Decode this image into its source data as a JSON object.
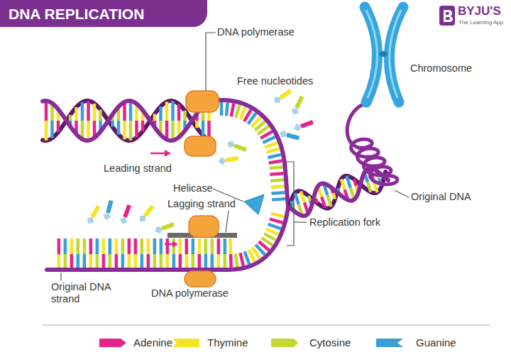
{
  "diagram": {
    "title": "DNA REPLICATION",
    "labels": [
      "BYJU'S",
      "The Learning App",
      "DNA polymerase",
      "Free nucleotides",
      "Chromosome",
      "Leading strand",
      "Helicase",
      "Lagging strand",
      "Original DNA",
      "Replication fork",
      "Original DNA strand",
      "DNA polymerase"
    ],
    "legend": [
      {
        "text": "Adenine",
        "color": "#e6238a"
      },
      {
        "text": "Thymine",
        "color": "#f6e524"
      },
      {
        "text": "Cytosine",
        "color": "#c3d82e"
      },
      {
        "text": "Guanine",
        "color": "#3a9fd6"
      }
    ]
  }
}
